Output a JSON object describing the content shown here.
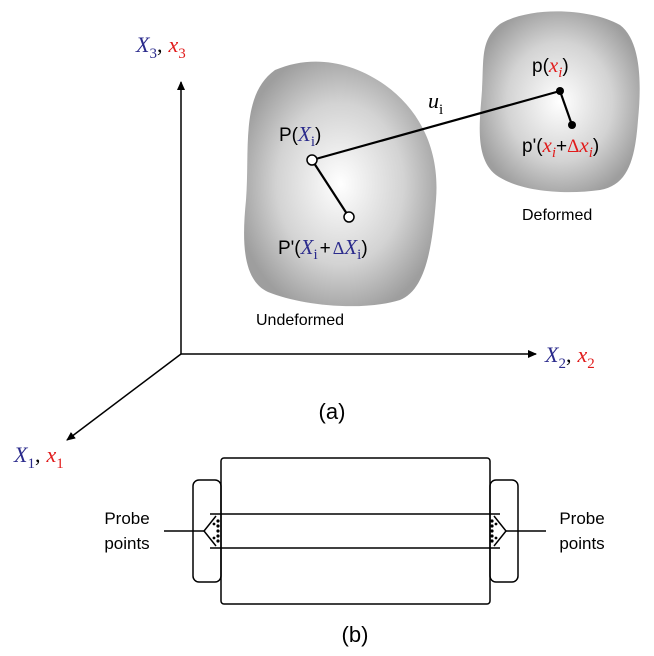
{
  "colors": {
    "reference_blue": "#2b2b8c",
    "current_red": "#e11b1b",
    "body_gray": "#a9a9a9"
  },
  "panel_a": {
    "caption": "(a)",
    "axes": {
      "x3": {
        "upper_sym": "X",
        "upper_sub": "3",
        "sep": ",",
        "lower_sym": "x",
        "lower_sub": "3"
      },
      "x2": {
        "upper_sym": "X",
        "upper_sub": "2",
        "sep": ",",
        "lower_sym": "x",
        "lower_sub": "2"
      },
      "x1": {
        "upper_sym": "X",
        "upper_sub": "1",
        "sep": ",",
        "lower_sym": "x",
        "lower_sub": "1"
      }
    },
    "displacement": {
      "sym": "u",
      "sub": "i"
    },
    "undeformed": {
      "label": "Undeformed",
      "point_p": {
        "prefix": "P(",
        "sym": "X",
        "sub": "i",
        "suffix": ")"
      },
      "point_p_prime": {
        "prefix": "P'(",
        "sym": "X",
        "sub": "i",
        "plus": "+",
        "delta": "Δ",
        "sym2": "X",
        "sub2": "i",
        "suffix": ")"
      }
    },
    "deformed": {
      "label": "Deformed",
      "point_p": {
        "prefix": "p(",
        "sym": "x",
        "sub": "i",
        "suffix": ")"
      },
      "point_p_prime": {
        "prefix": "p'(",
        "sym": "x",
        "sub": "i",
        "plus": "+",
        "delta": "Δ",
        "sym2": "x",
        "sub2": "i",
        "suffix": ")"
      }
    }
  },
  "panel_b": {
    "caption": "(b)",
    "probe_left": {
      "line1": "Probe",
      "line2": "points"
    },
    "probe_right": {
      "line1": "Probe",
      "line2": "points"
    }
  }
}
